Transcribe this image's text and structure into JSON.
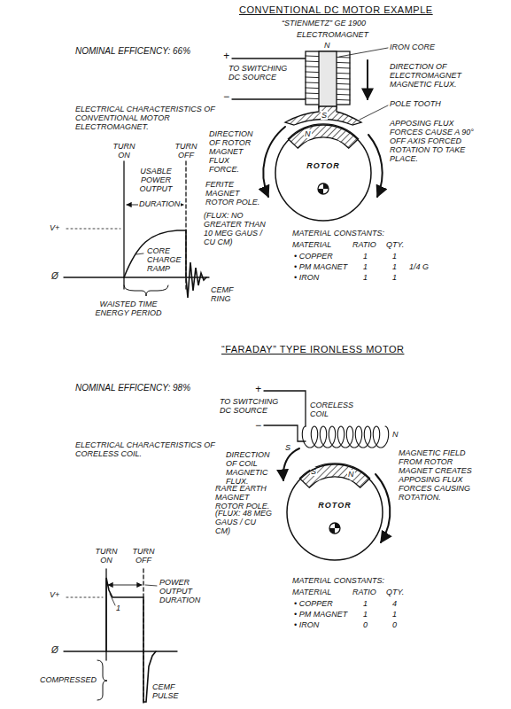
{
  "diagram": {
    "title": "CONVENTIONAL DC MOTOR EXAMPLE",
    "nodes": [
      {
        "text": [
          "ROTOR"
        ]
      },
      {
        "text": [
          "ROTOR"
        ]
      }
    ],
    "labels": [
      "“STIENMETZ” GE 1900",
      "NOMINAL EFFICENCY: 66%",
      "ELECTROMAGNET",
      "IRON CORE",
      "+",
      "−",
      "TO SWITCHING DC SOURCE",
      "N",
      "DIRECTION OF ELECTROMAGNET MAGNETIC FLUX.",
      "POLE TOOTH",
      "S",
      "N",
      "APPOSING FLUX FORCES CAUSE A 90° OFF AXIS FORCED ROTATION TO TAKE PLACE.",
      "DIRECTION OF ROTOR MAGNET FLUX FORCE.",
      "FERITE MAGNET ROTOR POLE.",
      "(FLUX: NO GREATER THAN 10 MEG GAUS / CU CM)",
      "ELECTRICAL CHARACTERISTICS OF CONVENTIONAL MOTOR ELECTROMAGNET.",
      "TURN ON",
      "TURN OFF",
      "USABLE POWER OUTPUT",
      "DURATION",
      "V+",
      "Ø",
      "CORE CHARGE RAMP",
      "WAISTED TIME ENERGY PERIOD",
      "CEMF RING",
      "MATERIAL CONSTANTS:",
      "MATERIAL",
      "RATIO",
      "QTY.",
      "• COPPER",
      "1",
      "1",
      "• PM MAGNET",
      "1",
      "1",
      "1/4 G",
      "• IRON",
      "1",
      "1",
      "“FARADAY” TYPE IRONLESS MOTOR",
      "NOMINAL EFFICENCY: 98%",
      "+",
      "−",
      "TO SWITCHING DC SOURCE",
      "CORELESS COIL",
      "S",
      "N",
      "ELECTRICAL CHARACTERISTICS OF CORELESS COIL.",
      "DIRECTION OF COIL MAGNETIC FLUX.",
      "MAGNETIC FIELD FROM ROTOR MAGNET CREATES APPOSING FLUX FORCES CAUSING ROTATION.",
      "S",
      "N",
      "RARE EARTH MAGNET ROTOR POLE.",
      "(FLUX: 48 MEG GAUS / CU CM)",
      "TURN ON",
      "TURN OFF",
      "POWER OUTPUT DURATION",
      "V+",
      "1",
      "Ø",
      "COMPRESSED",
      "CEMF PULSE",
      "MATERIAL CONSTANTS:",
      "MATERIAL",
      "RATIO",
      "QTY.",
      "• COPPER",
      "1",
      "4",
      "• PM MAGNET",
      "1",
      "1",
      "• IRON",
      "0",
      "0"
    ]
  }
}
